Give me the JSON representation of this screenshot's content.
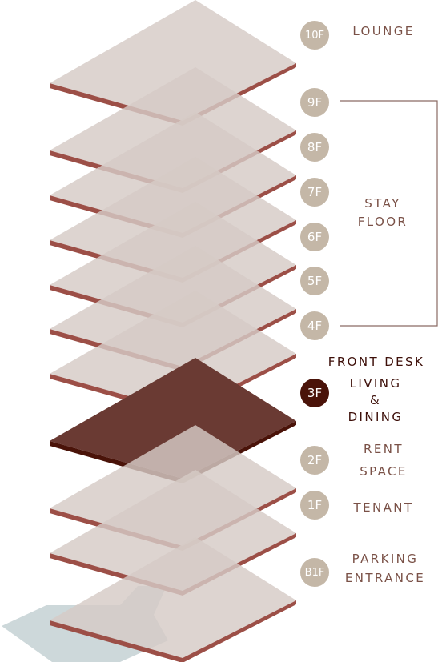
{
  "floors": [
    {
      "badge": "10F",
      "active": false
    },
    {
      "badge": "9F",
      "active": false
    },
    {
      "badge": "8F",
      "active": false
    },
    {
      "badge": "7F",
      "active": false
    },
    {
      "badge": "6F",
      "active": false
    },
    {
      "badge": "5F",
      "active": false
    },
    {
      "badge": "4F",
      "active": false
    },
    {
      "badge": "3F",
      "active": true
    },
    {
      "badge": "2F",
      "active": false
    },
    {
      "badge": "1F",
      "active": false
    },
    {
      "badge": "B1F",
      "active": false
    }
  ],
  "labels": {
    "lounge": [
      "LOUNGE"
    ],
    "stay": [
      "STAY",
      "FLOOR"
    ],
    "front_desk": [
      "FRONT DESK"
    ],
    "living": [
      "LIVING",
      "&",
      "DINING"
    ],
    "rent": [
      "RENT",
      "SPACE"
    ],
    "tenant": [
      "TENANT"
    ],
    "parking": [
      "PARKING",
      "ENTRANCE"
    ]
  },
  "colors": {
    "plate_top": "#d6cac6",
    "plate_edge": "#9c4f47",
    "active_top": "#6a3a33",
    "active_edge": "#4a1309",
    "badge": "#c4b7a7",
    "badge_active": "#4a1309",
    "label_text": "#7a5147",
    "label_active": "#3d0f09",
    "ground": "#cdd8da"
  }
}
